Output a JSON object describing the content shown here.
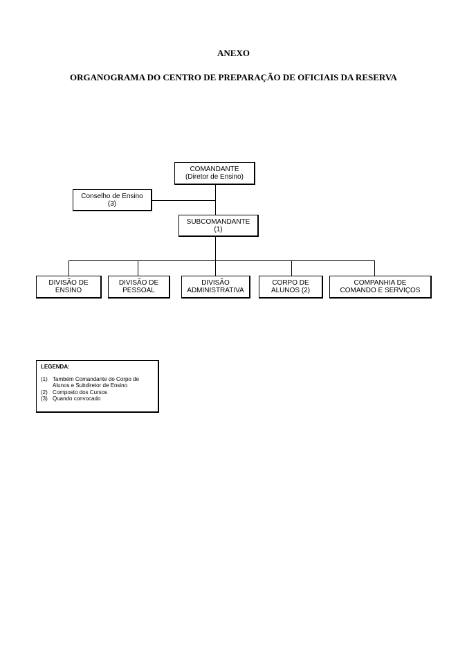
{
  "header": {
    "title": "ANEXO",
    "subtitle": "ORGANOGRAMA DO CENTRO DE PREPARAÇÃO DE OFICIAIS DA RESERVA"
  },
  "org_chart": {
    "comandante": {
      "line1": "COMANDANTE",
      "line2": "(Diretor de Ensino)"
    },
    "conselho": {
      "line1": "Conselho de Ensino",
      "line2": "(3)"
    },
    "subcomandante": {
      "line1": "SUBCOMANDANTE",
      "line2": "(1)"
    },
    "divisions": [
      {
        "line1": "DIVISÃO DE",
        "line2": "ENSINO"
      },
      {
        "line1": "DIVISÃO DE",
        "line2": "PESSOAL"
      },
      {
        "line1": "DIVISÃO",
        "line2": "ADMINISTRATIVA"
      },
      {
        "line1": "CORPO DE",
        "line2": "ALUNOS (2)"
      },
      {
        "line1": "COMPANHIA DE",
        "line2": "COMANDO E SERVIÇOS"
      }
    ]
  },
  "legend": {
    "title": "LEGENDA:",
    "items": [
      {
        "num": "(1)",
        "line1": "Também Comandante do Corpo de",
        "line2": "Alunos e Subdiretor de Ensino"
      },
      {
        "num": "(2)",
        "line1": "Composto dos Cursos",
        "line2": ""
      },
      {
        "num": "(3)",
        "line1": "Quando convocado",
        "line2": ""
      }
    ]
  }
}
